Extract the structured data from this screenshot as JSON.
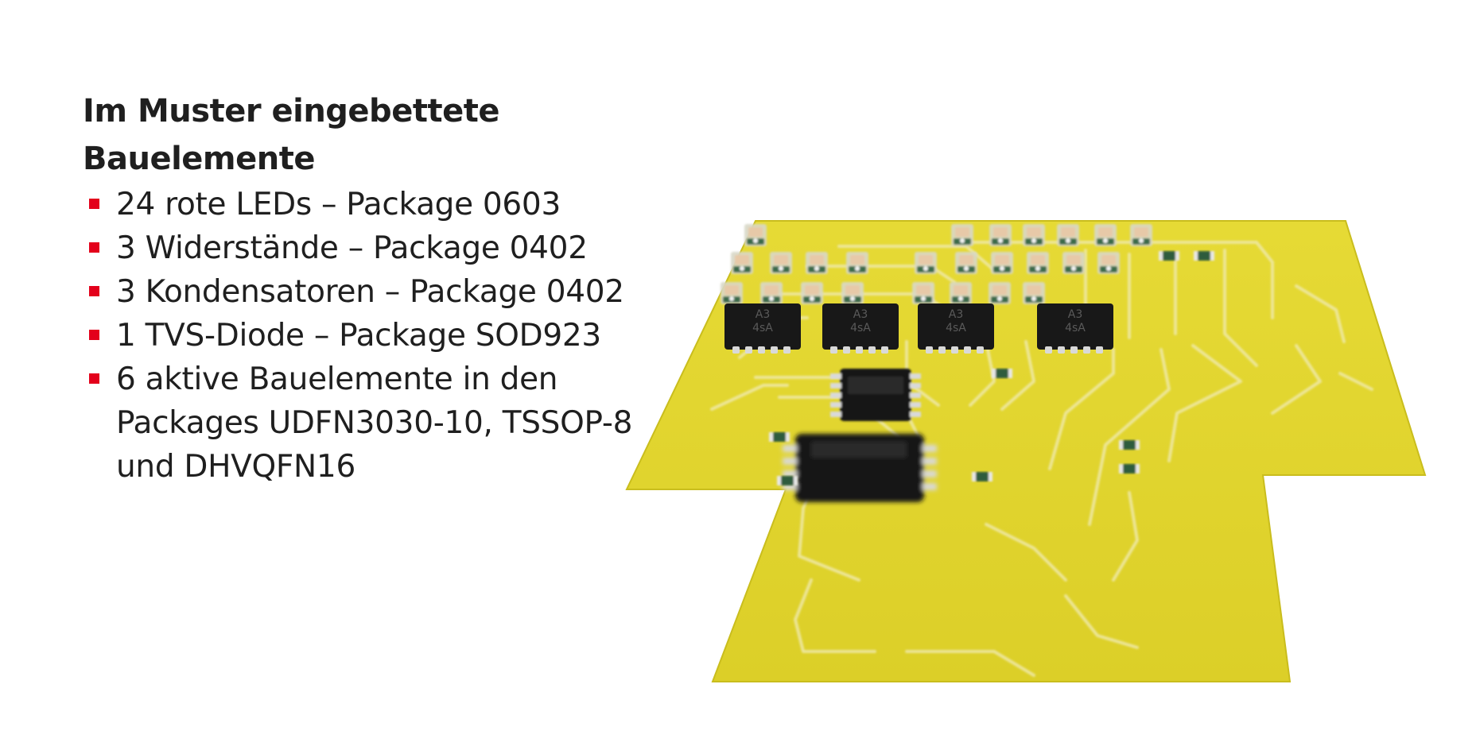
{
  "heading": "Im Muster eingebettete Bauelemente",
  "bullets": [
    {
      "lines": [
        "24 rote LEDs – Package 0603"
      ]
    },
    {
      "lines": [
        "3 Widerstände – Package 0402"
      ]
    },
    {
      "lines": [
        "3 Kondensatoren – Package 0402"
      ]
    },
    {
      "lines": [
        "1 TVS-Diode – Package SOD923"
      ]
    },
    {
      "lines": [
        "6 aktive Bauelemente in den",
        "Packages UDFN3030-10, TSSOP-8",
        "und DHVQFN16"
      ]
    }
  ],
  "photo": {
    "chip_marking_top": "A3",
    "chip_marking_bottom": "4sA",
    "colors": {
      "pcb_yellow": "#e2d631",
      "pcb_edge": "#c9bd1d",
      "trace": "#efe9a8",
      "chip": "#181818",
      "pin": "#d9d9d9",
      "bullet_red": "#e3001b"
    }
  }
}
